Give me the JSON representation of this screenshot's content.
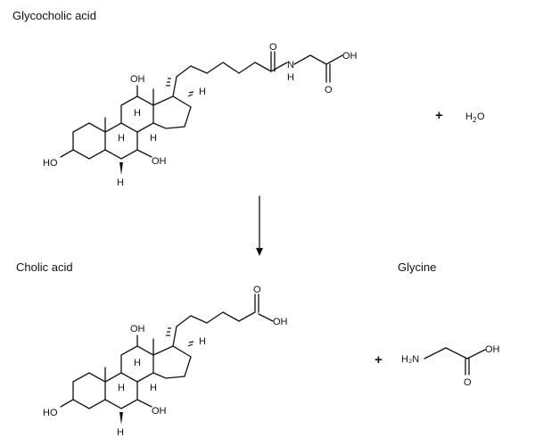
{
  "reactant": {
    "name": "Glycocholic acid",
    "atoms": {
      "OH_top": "OH",
      "H_17": "H",
      "H_14": "H",
      "H_8": "H",
      "H_9": "H",
      "H_5": "H",
      "HO_3": "HO",
      "OH_7": "OH",
      "O_amide": "O",
      "N": "N",
      "H_N": "H",
      "OH_acid": "OH",
      "O_acid": "O"
    }
  },
  "water": {
    "plus": "+",
    "formula_main": "H",
    "formula_sub": "2",
    "formula_end": "O"
  },
  "arrow": "down-arrow",
  "product1": {
    "name": "Cholic acid",
    "atoms": {
      "OH_top": "OH",
      "H_17": "H",
      "H_14": "H",
      "H_8": "H",
      "H_9": "H",
      "H_5": "H",
      "HO_3": "HO",
      "OH_7": "OH",
      "O_acid": "O",
      "OH_acid": "OH"
    }
  },
  "product2": {
    "name": "Glycine",
    "plus": "+",
    "atoms": {
      "H2N": "H₂N",
      "OH": "OH",
      "O": "O"
    }
  }
}
